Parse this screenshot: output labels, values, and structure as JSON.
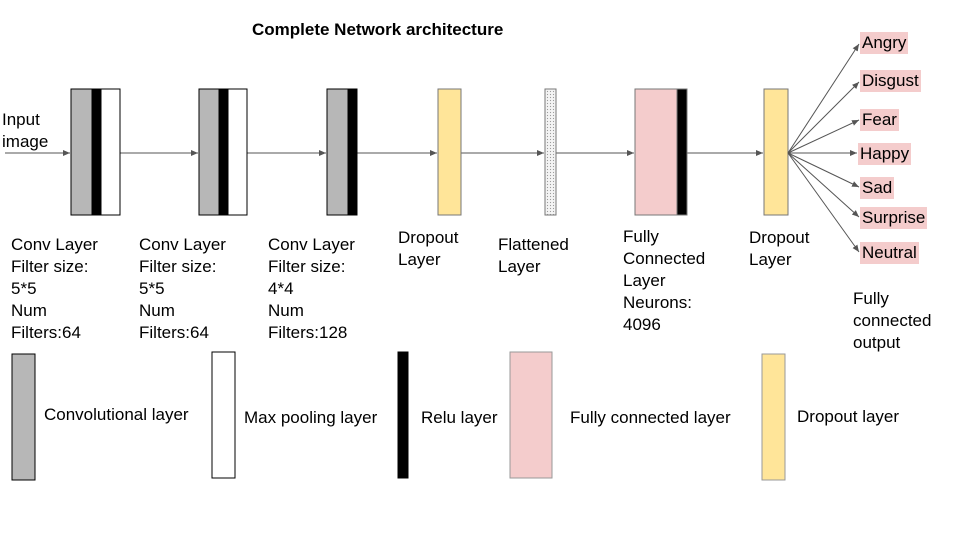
{
  "title": "Complete Network architecture",
  "input_label": [
    "Input",
    "image"
  ],
  "layers": [
    {
      "lines": [
        "Conv Layer",
        "Filter size:",
        "5*5",
        "Num",
        "Filters:64"
      ]
    },
    {
      "lines": [
        "Conv Layer",
        "Filter size:",
        "5*5",
        "Num",
        "Filters:64"
      ]
    },
    {
      "lines": [
        "Conv Layer",
        "Filter size:",
        "4*4",
        "Num",
        "Filters:128"
      ]
    },
    {
      "lines": [
        "Dropout",
        "Layer"
      ]
    },
    {
      "lines": [
        "Flattened",
        "Layer"
      ]
    },
    {
      "lines": [
        "Fully",
        "Connected",
        "Layer",
        "Neurons:",
        "4096"
      ]
    },
    {
      "lines": [
        "Dropout",
        "Layer"
      ]
    }
  ],
  "outputs": [
    "Angry",
    "Disgust",
    "Fear",
    "Happy",
    "Sad",
    "Surprise",
    "Neutral"
  ],
  "output_caption": [
    "Fully",
    "connected",
    "output"
  ],
  "legend": [
    {
      "key": "conv",
      "label": "Convolutional layer",
      "color": "#b7b7b7"
    },
    {
      "key": "maxpool",
      "label": "Max pooling layer",
      "color": "#ffffff"
    },
    {
      "key": "relu",
      "label": "Relu layer",
      "color": "#000000"
    },
    {
      "key": "fc",
      "label": "Fully connected layer",
      "color": "#f4cccc"
    },
    {
      "key": "dropout",
      "label": "Dropout layer",
      "color": "#ffe599"
    }
  ],
  "colors": {
    "conv": "#b7b7b7",
    "relu": "#000000",
    "maxpool": "#ffffff",
    "dropout": "#ffe599",
    "fc": "#f4cccc",
    "flatten": "#efefef",
    "arrow": "#555555"
  }
}
